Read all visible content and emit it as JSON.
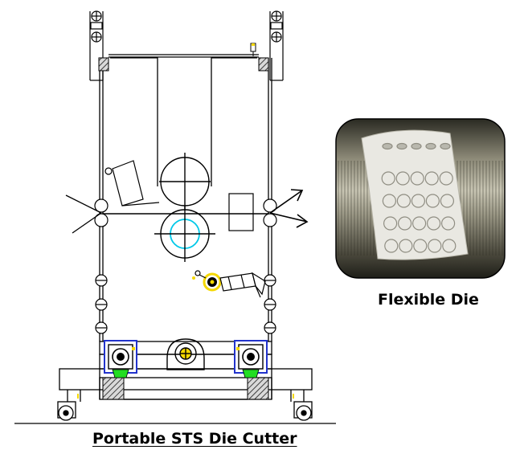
{
  "captions": {
    "machine": "Portable STS Die Cutter",
    "die": "Flexible Die"
  },
  "colors": {
    "line": "#000000",
    "cyan_circle": "#00c8e8",
    "green_part": "#22dd22",
    "blue_part": "#2233cc",
    "yellow_part": "#f5d800",
    "hatch": "#000000"
  },
  "die_photo": {
    "cavity_rows": 5,
    "cavity_cols": 5
  }
}
